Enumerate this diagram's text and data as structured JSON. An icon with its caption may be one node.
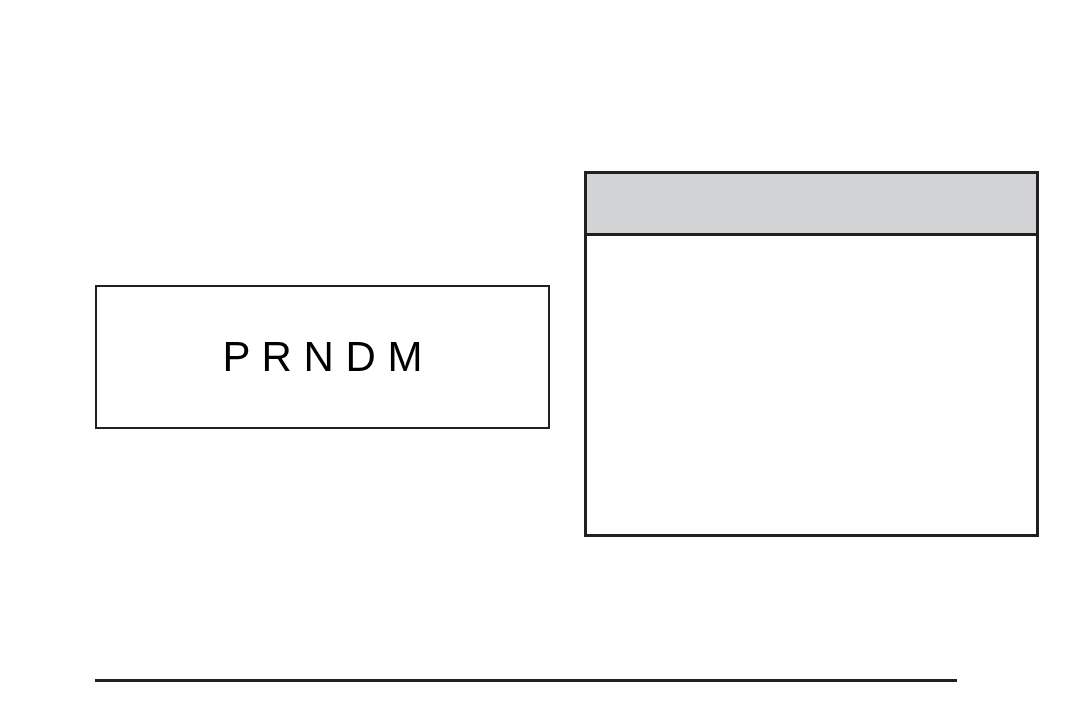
{
  "diagram": {
    "nodes": [
      {
        "text": [
          "P R N D M"
        ]
      },
      {
        "text": [],
        "shape": "box"
      },
      {
        "text": [],
        "shape": "bar",
        "in": 1
      }
    ]
  }
}
